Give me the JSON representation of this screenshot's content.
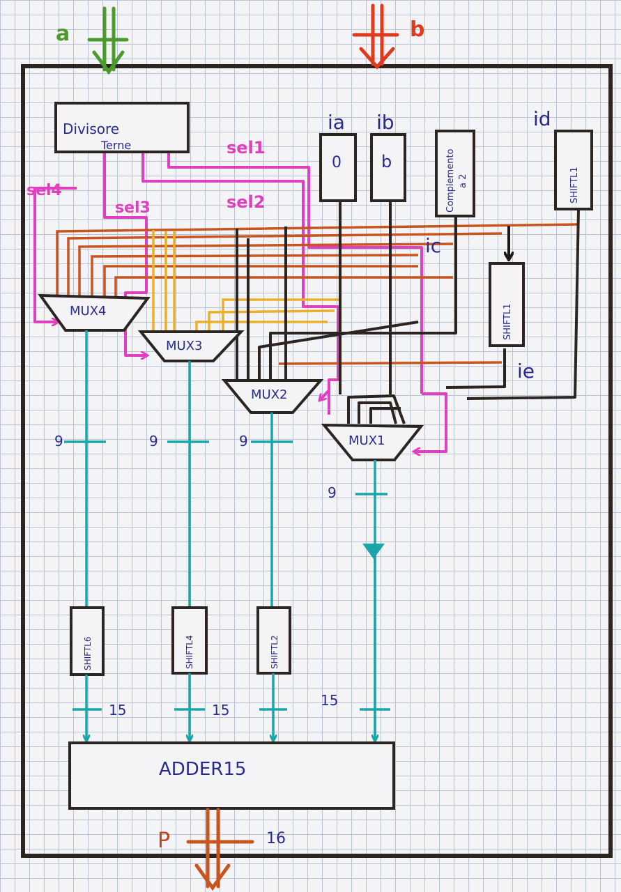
{
  "inputs": {
    "a": "a",
    "b": "b"
  },
  "output": {
    "label": "P",
    "width": "16"
  },
  "blocks": {
    "divisore_line1": "Divisore",
    "divisore_line2": "Terne",
    "zero_box_label": "ia",
    "zero_box_text": "0",
    "b_box_label": "ib",
    "b_box_text": "b",
    "complement_text1": "Complemento",
    "complement_text2": "a 2",
    "shift_d_label": "id",
    "shift_d_text": "SHIFTL1",
    "shift_e_text": "SHIFTL1",
    "label_ic": "ic",
    "label_ie": "ie",
    "mux1": "MUX1",
    "mux2": "MUX2",
    "mux3": "MUX3",
    "mux4": "MUX4",
    "shift6": "SHIFTL6",
    "shift4": "SHIFTL4",
    "shift2": "SHIFTL2",
    "adder": "ADDER15"
  },
  "selects": {
    "sel1": "sel1",
    "sel2": "sel2",
    "sel3": "sel3",
    "sel4": "sel4"
  },
  "bus_widths": {
    "mux4_out": "9",
    "mux3_out": "9",
    "mux2_out": "9",
    "mux1_out": "9",
    "shift6_out": "15",
    "shift4_out": "15",
    "mux1_path": "15"
  },
  "colors": {
    "black": "#2b2421",
    "teal": "#1aa6a8",
    "magenta": "#e040c0",
    "orange": "#c8541e",
    "yellow": "#eab02c",
    "red": "#e03a1e",
    "green": "#4c9a2e",
    "blue_text": "#2a2a8c"
  }
}
